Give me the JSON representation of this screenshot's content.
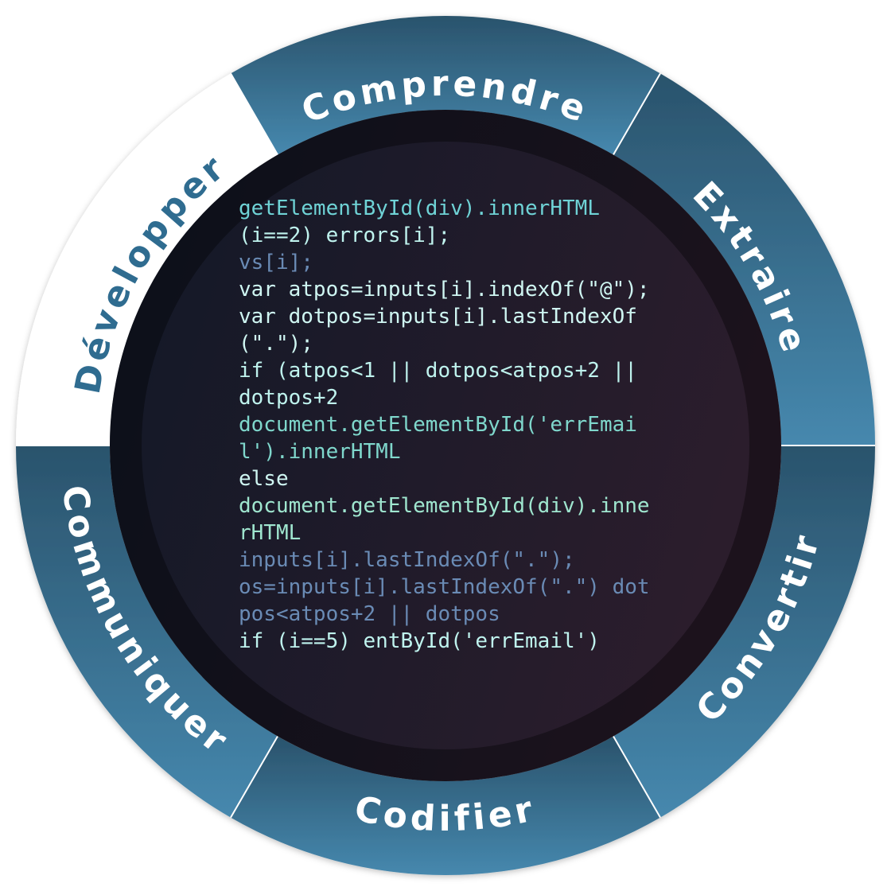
{
  "colors": {
    "ring_dark": "#2a536c",
    "ring_light": "#4688ae",
    "highlight_segment": "#ffffff",
    "highlight_text": "#2f6c90",
    "label_text": "#ffffff",
    "divider": "#ffffff",
    "code_bg_left": "#111827",
    "code_bg_right": "#2b1d2c",
    "code_bright": "#bff3ee",
    "code_teal": "#6fd3d6",
    "code_dim": "#3d5a80"
  },
  "segments": [
    {
      "label": "Développer",
      "highlighted": true
    },
    {
      "label": "Comprendre",
      "highlighted": false
    },
    {
      "label": "Extraire",
      "highlighted": false
    },
    {
      "label": "Convertir",
      "highlighted": false
    },
    {
      "label": "Codifier",
      "highlighted": false
    },
    {
      "label": "Communiquer",
      "highlighted": false
    }
  ],
  "code_lines": [
    "getElementById(div).innerHTML",
    "(i==2)    errors[i];",
    "vs[i];",
    "var atpos=inputs[i].indexOf(\"@\");",
    "var dotpos=inputs[i].lastIndexOf(\".\");",
    "if (atpos<1 || dotpos<atpos+2 || dotpos+2",
    "document.getElementById('errEmail').innerHTML",
    "else",
    "document.getElementById(div).innerHTML",
    "inputs[i].lastIndexOf(\".\");",
    "os=inputs[i].lastIndexOf(\".\") dotpos<atpos+2 || dotpos",
    "if (i==5)   entById('errEmail')"
  ]
}
